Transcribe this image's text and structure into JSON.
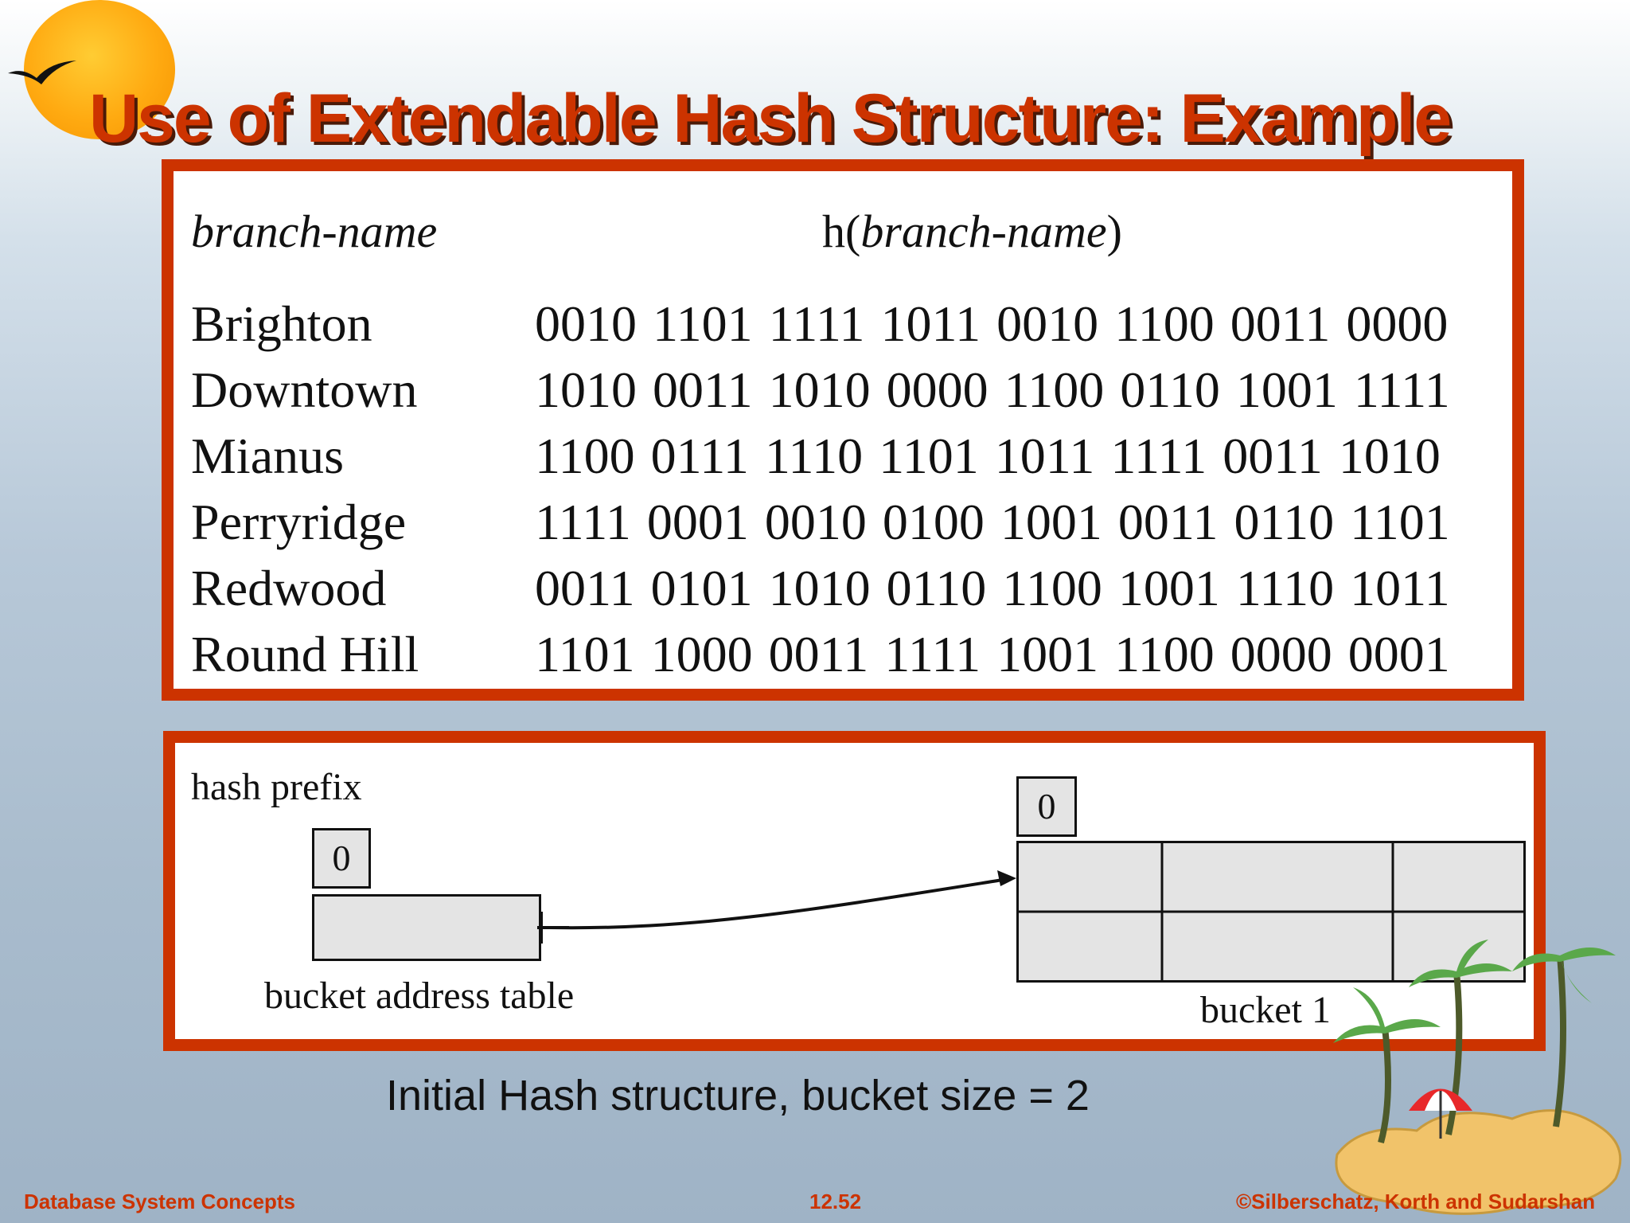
{
  "slide": {
    "title": "Use of Extendable Hash Structure:  Example"
  },
  "hash_table": {
    "header_key": "branch-name",
    "header_hash_prefix": "h(",
    "header_hash_arg": "branch-name",
    "header_hash_suffix": ")",
    "rows": [
      {
        "name": "Brighton",
        "hash": "0010 1101 1111 1011 0010 1100 0011 0000"
      },
      {
        "name": "Downtown",
        "hash": "1010 0011 1010 0000 1100 0110 1001 1111"
      },
      {
        "name": "Mianus",
        "hash": "1100 0111 1110 1101 1011 1111 0011 1010"
      },
      {
        "name": "Perryridge",
        "hash": "1111 0001 0010 0100 1001 0011 0110 1101"
      },
      {
        "name": "Redwood",
        "hash": "0011 0101 1010 0110 1100 1001 1110 1011"
      },
      {
        "name": "Round Hill",
        "hash": "1101 1000 0011 1111 1001 1100 0000 0001"
      }
    ]
  },
  "structure": {
    "hash_prefix_label": "hash prefix",
    "table_prefix": "0",
    "table_label": "bucket address table",
    "bucket_prefix": "0",
    "bucket_label": "bucket 1"
  },
  "caption": "Initial Hash structure, bucket size = 2",
  "footer": {
    "left": "Database System Concepts",
    "center": "12.52",
    "right": "©Silberschatz, Korth and Sudarshan"
  },
  "colors": {
    "accent": "#cc3300",
    "title_shadow": "#4a1a08",
    "cell_fill": "#e4e4e4"
  }
}
